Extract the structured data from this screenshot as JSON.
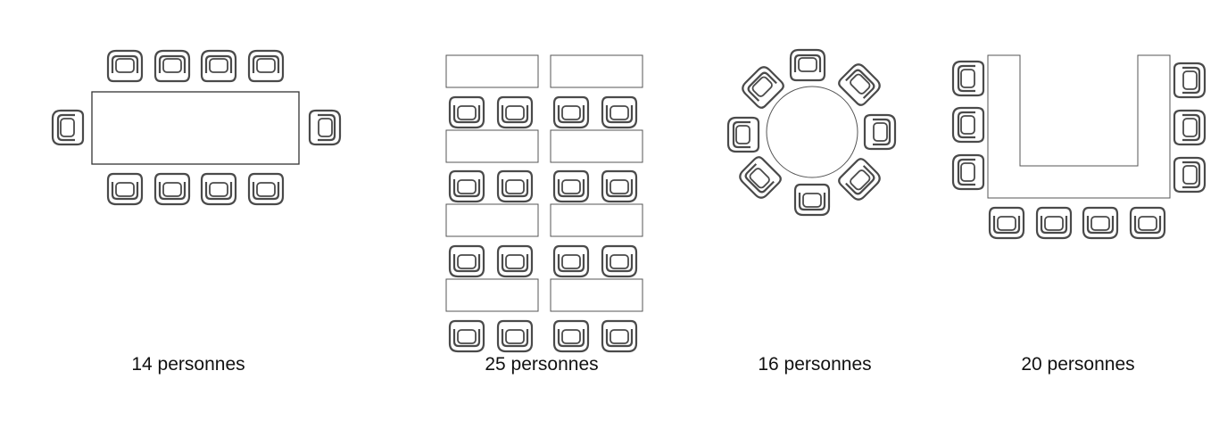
{
  "layouts": [
    {
      "id": "boardroom",
      "caption": "14 personnes"
    },
    {
      "id": "classroom",
      "caption": "25 personnes"
    },
    {
      "id": "round",
      "caption": "16 personnes"
    },
    {
      "id": "u-shape",
      "caption": "20 personnes"
    }
  ]
}
